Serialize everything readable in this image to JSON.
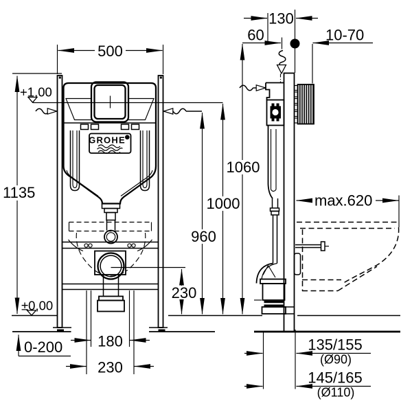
{
  "brand": {
    "logo": "GROHE"
  },
  "levels": {
    "upper": "+1,00",
    "floor": "±0,00"
  },
  "dims": {
    "width": "500",
    "height": "1135",
    "top_offset": "130",
    "supply_offset": "60",
    "wall_distance": "10-70",
    "h1060": "1060",
    "h1000": "1000",
    "h960": "960",
    "drain_height": "230",
    "bolt_spacing": "180",
    "pipe_spacing": "230",
    "foot_range": "0-200",
    "max_depth": "max.620",
    "outlet90": "135/155",
    "outlet90_dia": "(Ø90)",
    "outlet110": "145/165",
    "outlet110_dia": "(Ø110)"
  }
}
